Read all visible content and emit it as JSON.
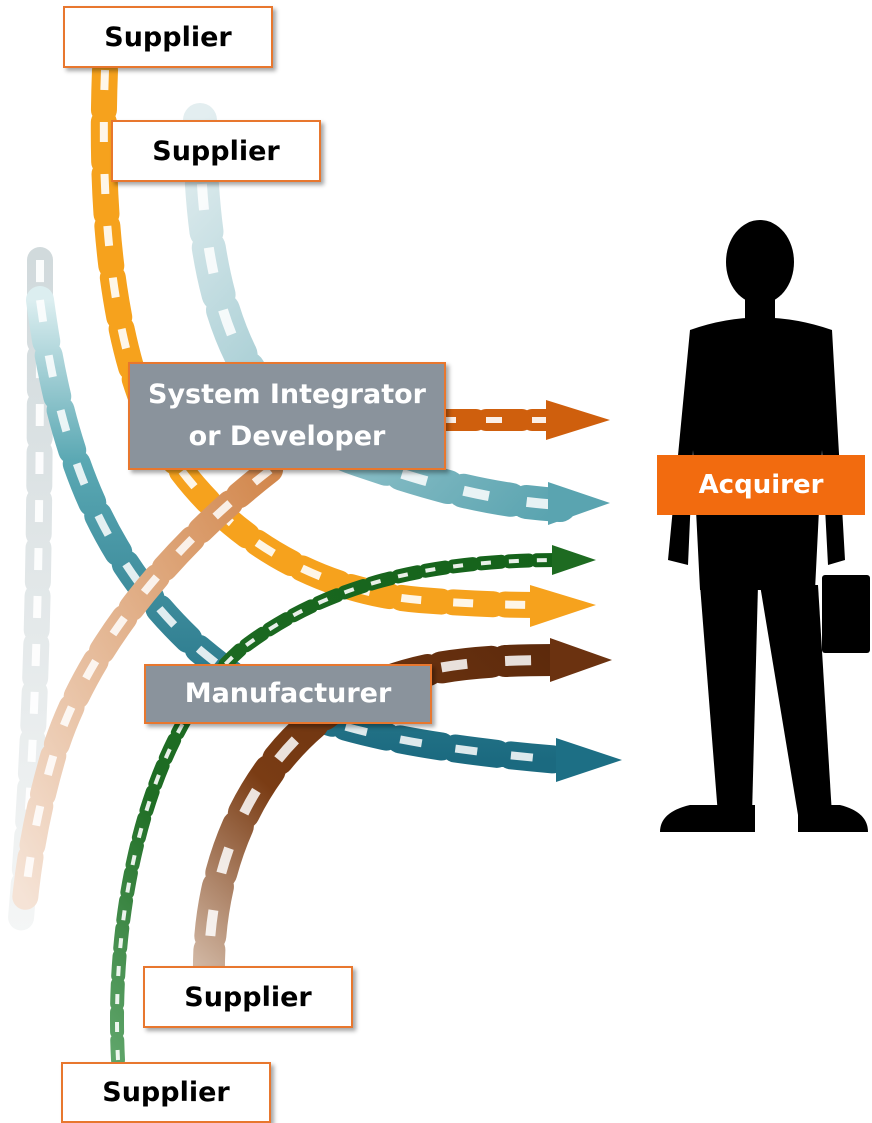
{
  "labels": {
    "supplier_top_1": "Supplier",
    "supplier_top_2": "Supplier",
    "integrator_line1": "System Integrator",
    "integrator_line2": "or Developer",
    "manufacturer": "Manufacturer",
    "acquirer": "Acquirer",
    "supplier_bottom_1": "Supplier",
    "supplier_bottom_2": "Supplier"
  },
  "chains": [
    {
      "name": "light-grey-chain",
      "color": "#dfe6e8"
    },
    {
      "name": "pale-blue-chain",
      "color": "#c8dde2"
    },
    {
      "name": "teal-chain",
      "color": "#5aa4b0"
    },
    {
      "name": "dark-teal-chain",
      "color": "#1d6f85"
    },
    {
      "name": "orange-chain",
      "color": "#f6a21d"
    },
    {
      "name": "burnt-orange-chain",
      "color": "#cf5f0d"
    },
    {
      "name": "tan-chain",
      "color": "#e7b38e"
    },
    {
      "name": "green-chain",
      "color": "#1e6b21"
    },
    {
      "name": "brown-chain",
      "color": "#6b3210"
    }
  ],
  "colors": {
    "box_border": "#e8772e",
    "grey_box": "#8a939c",
    "acquirer_box": "#f26b0f",
    "silhouette": "#000000"
  }
}
